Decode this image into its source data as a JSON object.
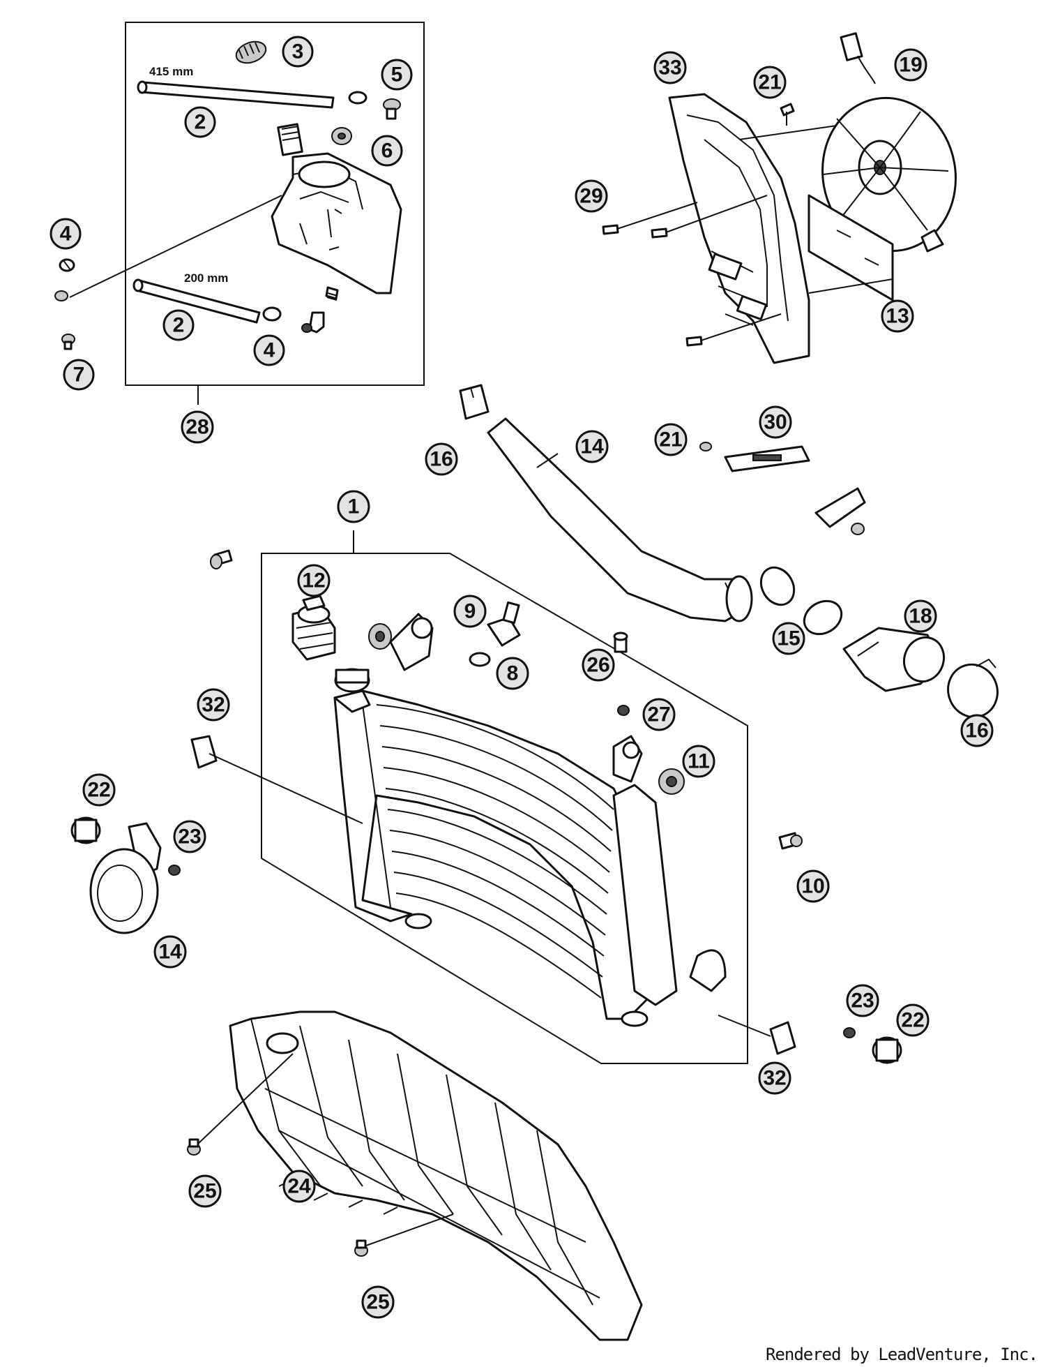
{
  "diagram": {
    "credit": "Rendered by LeadVenture, Inc.",
    "dimensions": {
      "hose_long": "415 mm",
      "hose_short": "200 mm"
    },
    "callouts": [
      {
        "id": "c-3",
        "label": "3"
      },
      {
        "id": "c-2a",
        "label": "2"
      },
      {
        "id": "c-5",
        "label": "5"
      },
      {
        "id": "c-6",
        "label": "6"
      },
      {
        "id": "c-4a",
        "label": "4"
      },
      {
        "id": "c-2b",
        "label": "2"
      },
      {
        "id": "c-4b",
        "label": "4"
      },
      {
        "id": "c-7",
        "label": "7"
      },
      {
        "id": "c-28",
        "label": "28"
      },
      {
        "id": "c-33",
        "label": "33"
      },
      {
        "id": "c-21a",
        "label": "21"
      },
      {
        "id": "c-19",
        "label": "19"
      },
      {
        "id": "c-29",
        "label": "29"
      },
      {
        "id": "c-13",
        "label": "13"
      },
      {
        "id": "c-16a",
        "label": "16"
      },
      {
        "id": "c-14a",
        "label": "14"
      },
      {
        "id": "c-21b",
        "label": "21"
      },
      {
        "id": "c-30",
        "label": "30"
      },
      {
        "id": "c-1",
        "label": "1"
      },
      {
        "id": "c-12",
        "label": "12"
      },
      {
        "id": "c-9",
        "label": "9"
      },
      {
        "id": "c-8",
        "label": "8"
      },
      {
        "id": "c-15",
        "label": "15"
      },
      {
        "id": "c-18",
        "label": "18"
      },
      {
        "id": "c-16b",
        "label": "16"
      },
      {
        "id": "c-26",
        "label": "26"
      },
      {
        "id": "c-27",
        "label": "27"
      },
      {
        "id": "c-11",
        "label": "11"
      },
      {
        "id": "c-32a",
        "label": "32"
      },
      {
        "id": "c-22a",
        "label": "22"
      },
      {
        "id": "c-23a",
        "label": "23"
      },
      {
        "id": "c-14b",
        "label": "14"
      },
      {
        "id": "c-10",
        "label": "10"
      },
      {
        "id": "c-23b",
        "label": "23"
      },
      {
        "id": "c-22b",
        "label": "22"
      },
      {
        "id": "c-32b",
        "label": "32"
      },
      {
        "id": "c-25a",
        "label": "25"
      },
      {
        "id": "c-24",
        "label": "24"
      },
      {
        "id": "c-25b",
        "label": "25"
      }
    ]
  }
}
